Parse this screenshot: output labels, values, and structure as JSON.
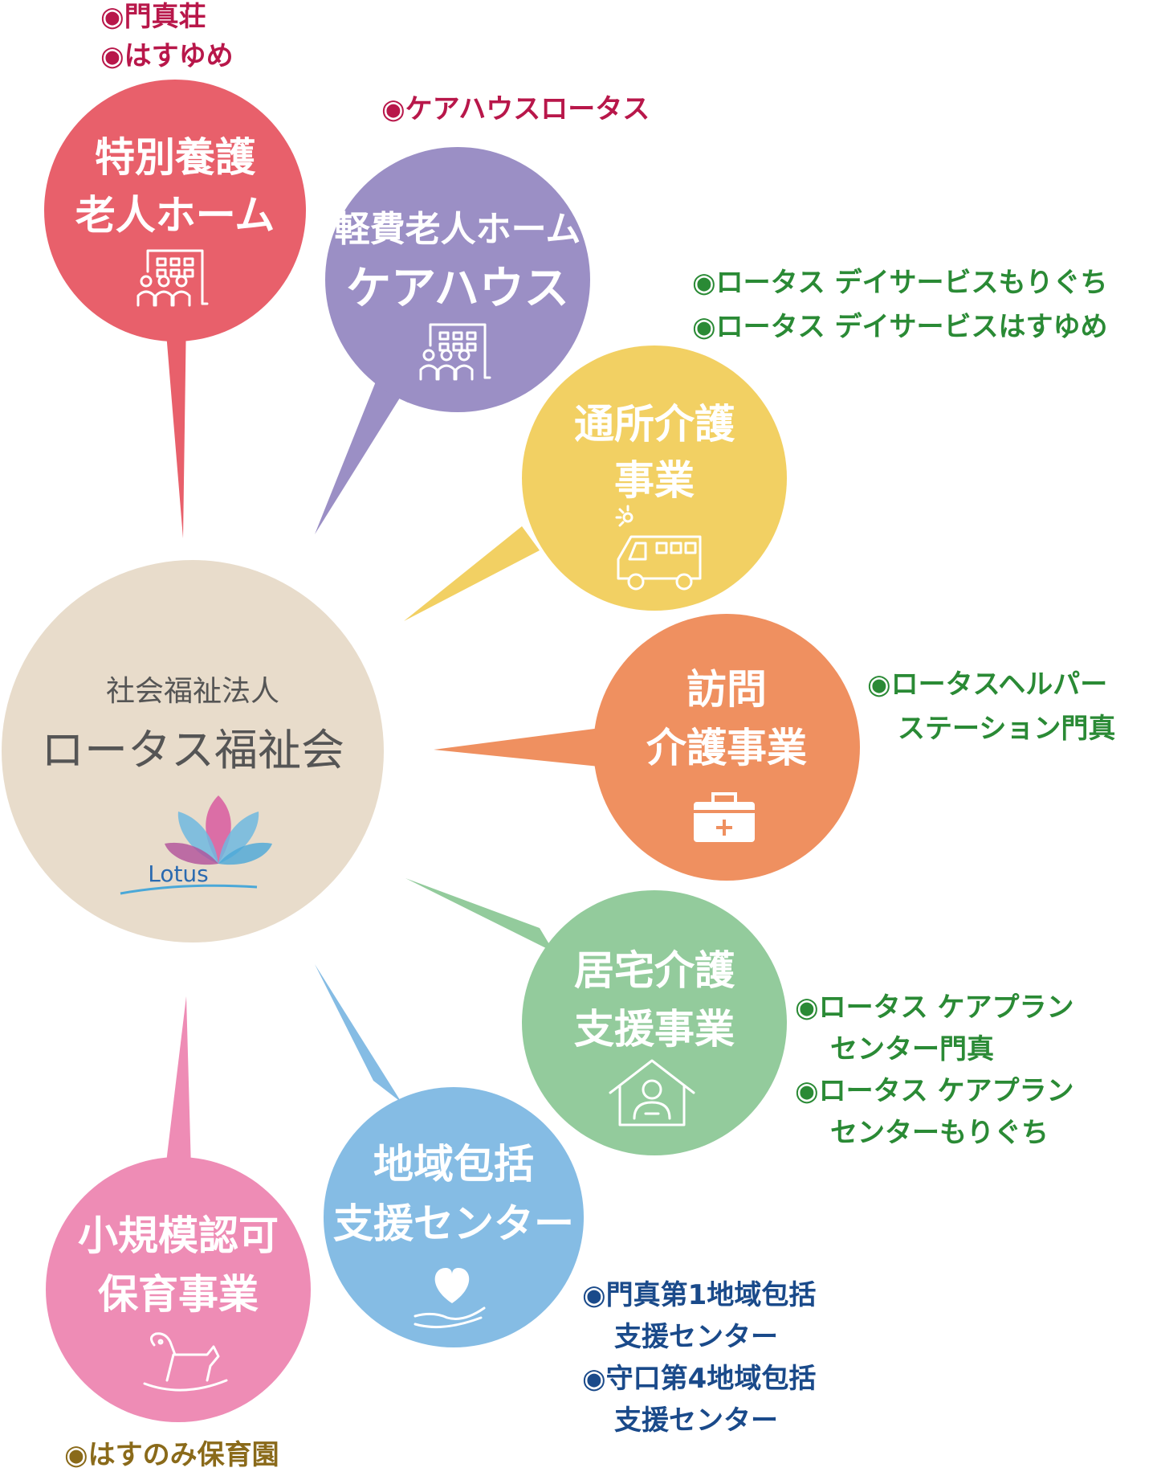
{
  "center": {
    "line1": "社会福祉法人",
    "line2": "ロータス福祉会",
    "logo_text": "Lotus"
  },
  "colors": {
    "center": "#e8dccb",
    "tokuyou": "#e8606b",
    "carehouse": "#9b8fc5",
    "tsusho": "#f2d063",
    "houmon": "#ef9060",
    "kyotaku": "#93cb9c",
    "chiiki": "#85bce4",
    "hoiku": "#ee8cb5",
    "label_red": "#b8174a",
    "label_green": "#2a8a35",
    "label_blue": "#1a4a8a",
    "label_brown": "#8a6a1a"
  },
  "services": [
    {
      "key": "tokuyou",
      "title": [
        "特別養護",
        "老人ホーム"
      ],
      "icon": "building-people-icon",
      "facilities": [
        "◉門真荘",
        "◉はすゆめ"
      ]
    },
    {
      "key": "carehouse",
      "title": [
        "軽費老人ホーム",
        "ケアハウス"
      ],
      "icon": "building-people-icon",
      "facilities": [
        "◉ケアハウスロータス"
      ]
    },
    {
      "key": "tsusho",
      "title": [
        "通所介護",
        "事業"
      ],
      "icon": "van-sun-icon",
      "facilities": [
        "◉ロータス デイサービスもりぐち",
        "◉ロータス デイサービスはすゆめ"
      ]
    },
    {
      "key": "houmon",
      "title": [
        "訪問",
        "介護事業"
      ],
      "icon": "first-aid-kit-icon",
      "facilities": [
        "◉ロータスヘルパー",
        "ステーション門真"
      ]
    },
    {
      "key": "kyotaku",
      "title": [
        "居宅介護",
        "支援事業"
      ],
      "icon": "house-person-icon",
      "facilities": [
        "◉ロータス ケアプラン",
        "センター門真",
        "◉ロータス ケアプラン",
        "センターもりぐち"
      ]
    },
    {
      "key": "chiiki",
      "title": [
        "地域包括",
        "支援センター"
      ],
      "icon": "heart-hand-icon",
      "facilities": [
        "◉門真第1地域包括",
        "支援センター",
        "◉守口第4地域包括",
        "支援センター"
      ]
    },
    {
      "key": "hoiku",
      "title": [
        "小規模認可",
        "保育事業"
      ],
      "icon": "rocking-horse-icon",
      "facilities": [
        "◉はすのみ保育園"
      ]
    }
  ]
}
